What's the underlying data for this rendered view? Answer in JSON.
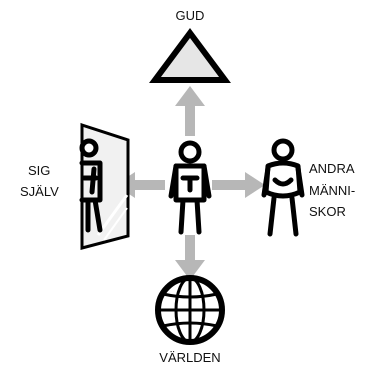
{
  "labels": {
    "top": "GUD",
    "left": [
      "SIG",
      "SJÄLV"
    ],
    "right": [
      "ANDRA",
      "MÄNNI-",
      "SKOR"
    ],
    "bottom": "VÄRLDEN"
  },
  "icons": {
    "top": "triangle-icon",
    "left": "mirror-icon",
    "center": "person-icon",
    "right": "person-icon",
    "bottom": "globe-icon"
  },
  "colors": {
    "ink": "#000000",
    "arrow": "#b7b7b7",
    "triangle_fill": "#e6e6e6",
    "mirror_fill": "#f1f1f1"
  }
}
